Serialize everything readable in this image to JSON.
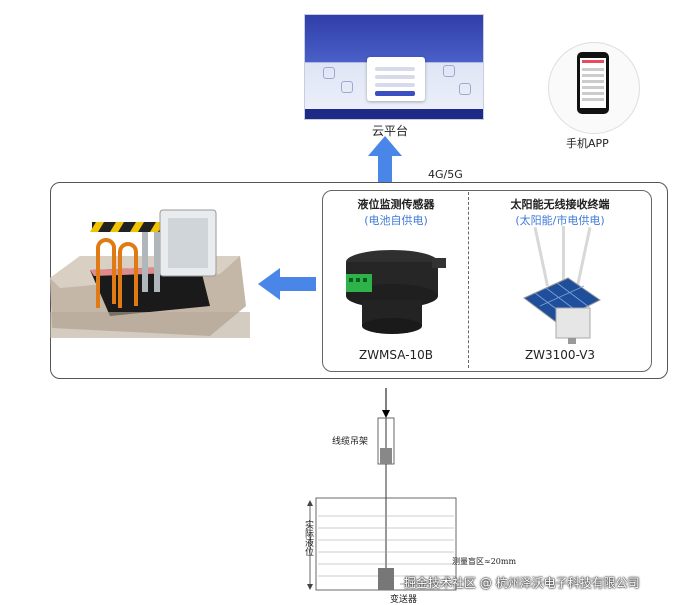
{
  "platform": {
    "label": "云平台"
  },
  "mobile": {
    "label": "手机APP"
  },
  "uplink": {
    "label": "4G/5G"
  },
  "sensor": {
    "title": "液位监测传感器",
    "subtitle": "(电池自供电)",
    "model": "ZWMSA-10B"
  },
  "terminal": {
    "title": "太阳能无线接收终端",
    "subtitle": "(太阳能/市电供电)",
    "model": "ZW3100-V3"
  },
  "installation": {
    "hanger_label": "线缆吊架",
    "level_label": "实际液位",
    "blind_zone_label": "测量盲区≈20mm",
    "gauge_label": "变送器"
  },
  "watermark": {
    "text": "掘金技术社区 @ 杭州泽沃电子科技有限公司"
  },
  "colors": {
    "arrow": "#4a86e8",
    "accent_text": "#3f7bd6"
  }
}
